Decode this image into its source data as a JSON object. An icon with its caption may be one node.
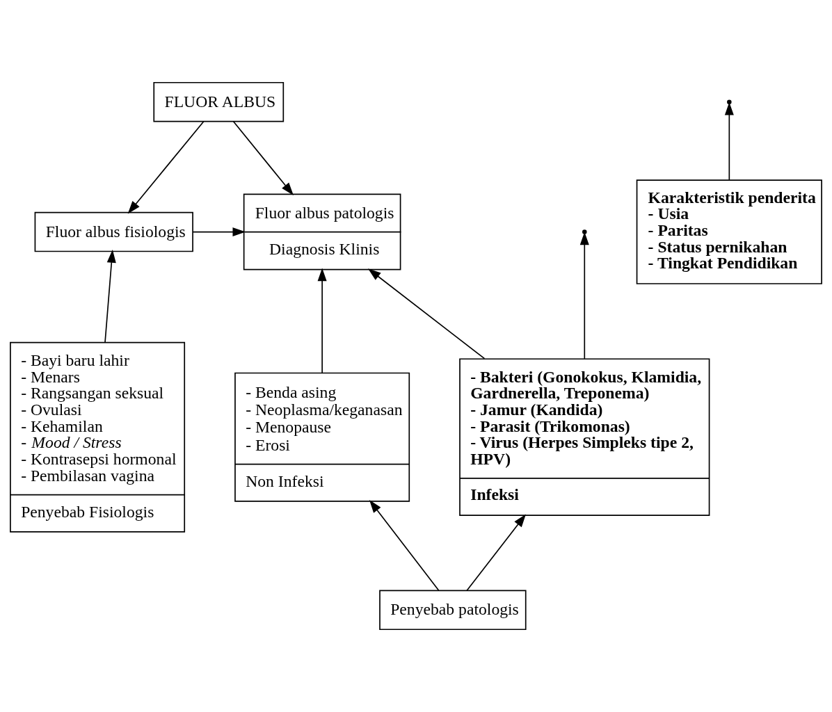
{
  "diagram": {
    "nodes": [
      {
        "text": [
          "FLUOR ALBUS"
        ]
      },
      {
        "text": [
          "Fluor albus fisiologis"
        ]
      },
      {
        "text": [
          "Fluor albus patologis",
          "Diagnosis Klinis"
        ]
      },
      {
        "text": [
          "Karakteristik penderita",
          "- Usia",
          "- Paritas",
          "- Status pernikahan",
          "- Tingkat Pendidikan"
        ]
      },
      {
        "text": [
          "- Bakteri (Gonokokus, Klamidia, Gardnerella, Treponema)",
          "- Jamur (Kandida)",
          "- Parasit (Trikomonas)",
          "- Virus (Herpes Simpleks tipe 2, HPV)",
          "Infeksi"
        ]
      },
      {
        "text": [
          "- Benda asing",
          "- Neoplasma/keganasan",
          "- Menopause",
          "- Erosi",
          "Non Infeksi"
        ]
      },
      {
        "text": [
          "- Bayi baru lahir",
          "- Menars",
          "- Rangsangan seksual",
          "- Ovulasi",
          "- Kehamilan",
          "- *Mood / Stress*",
          "- Kontrasepsi hormonal",
          "- Pembilasan vagina",
          "Penyebab Fisiologis"
        ]
      },
      {
        "text": [
          "Penyebab patologis"
        ]
      }
    ],
    "edges": [
      {
        "from": 0,
        "to": 1,
        "arrow": "to"
      },
      {
        "from": 0,
        "to": 2,
        "arrow": "to"
      },
      {
        "from": 1,
        "to": 2,
        "arrow": "to"
      },
      {
        "from": 6,
        "to": 1,
        "arrow": "to"
      },
      {
        "from": 3,
        "to": null,
        "arrow": "to"
      },
      {
        "from": 4,
        "to": null,
        "arrow": "to"
      },
      {
        "from": 4,
        "to": 2,
        "arrow": "to"
      },
      {
        "from": 5,
        "to": 2,
        "arrow": "to"
      },
      {
        "from": 7,
        "to": 4,
        "arrow": "to"
      },
      {
        "from": 7,
        "to": 5,
        "arrow": "to"
      }
    ]
  }
}
